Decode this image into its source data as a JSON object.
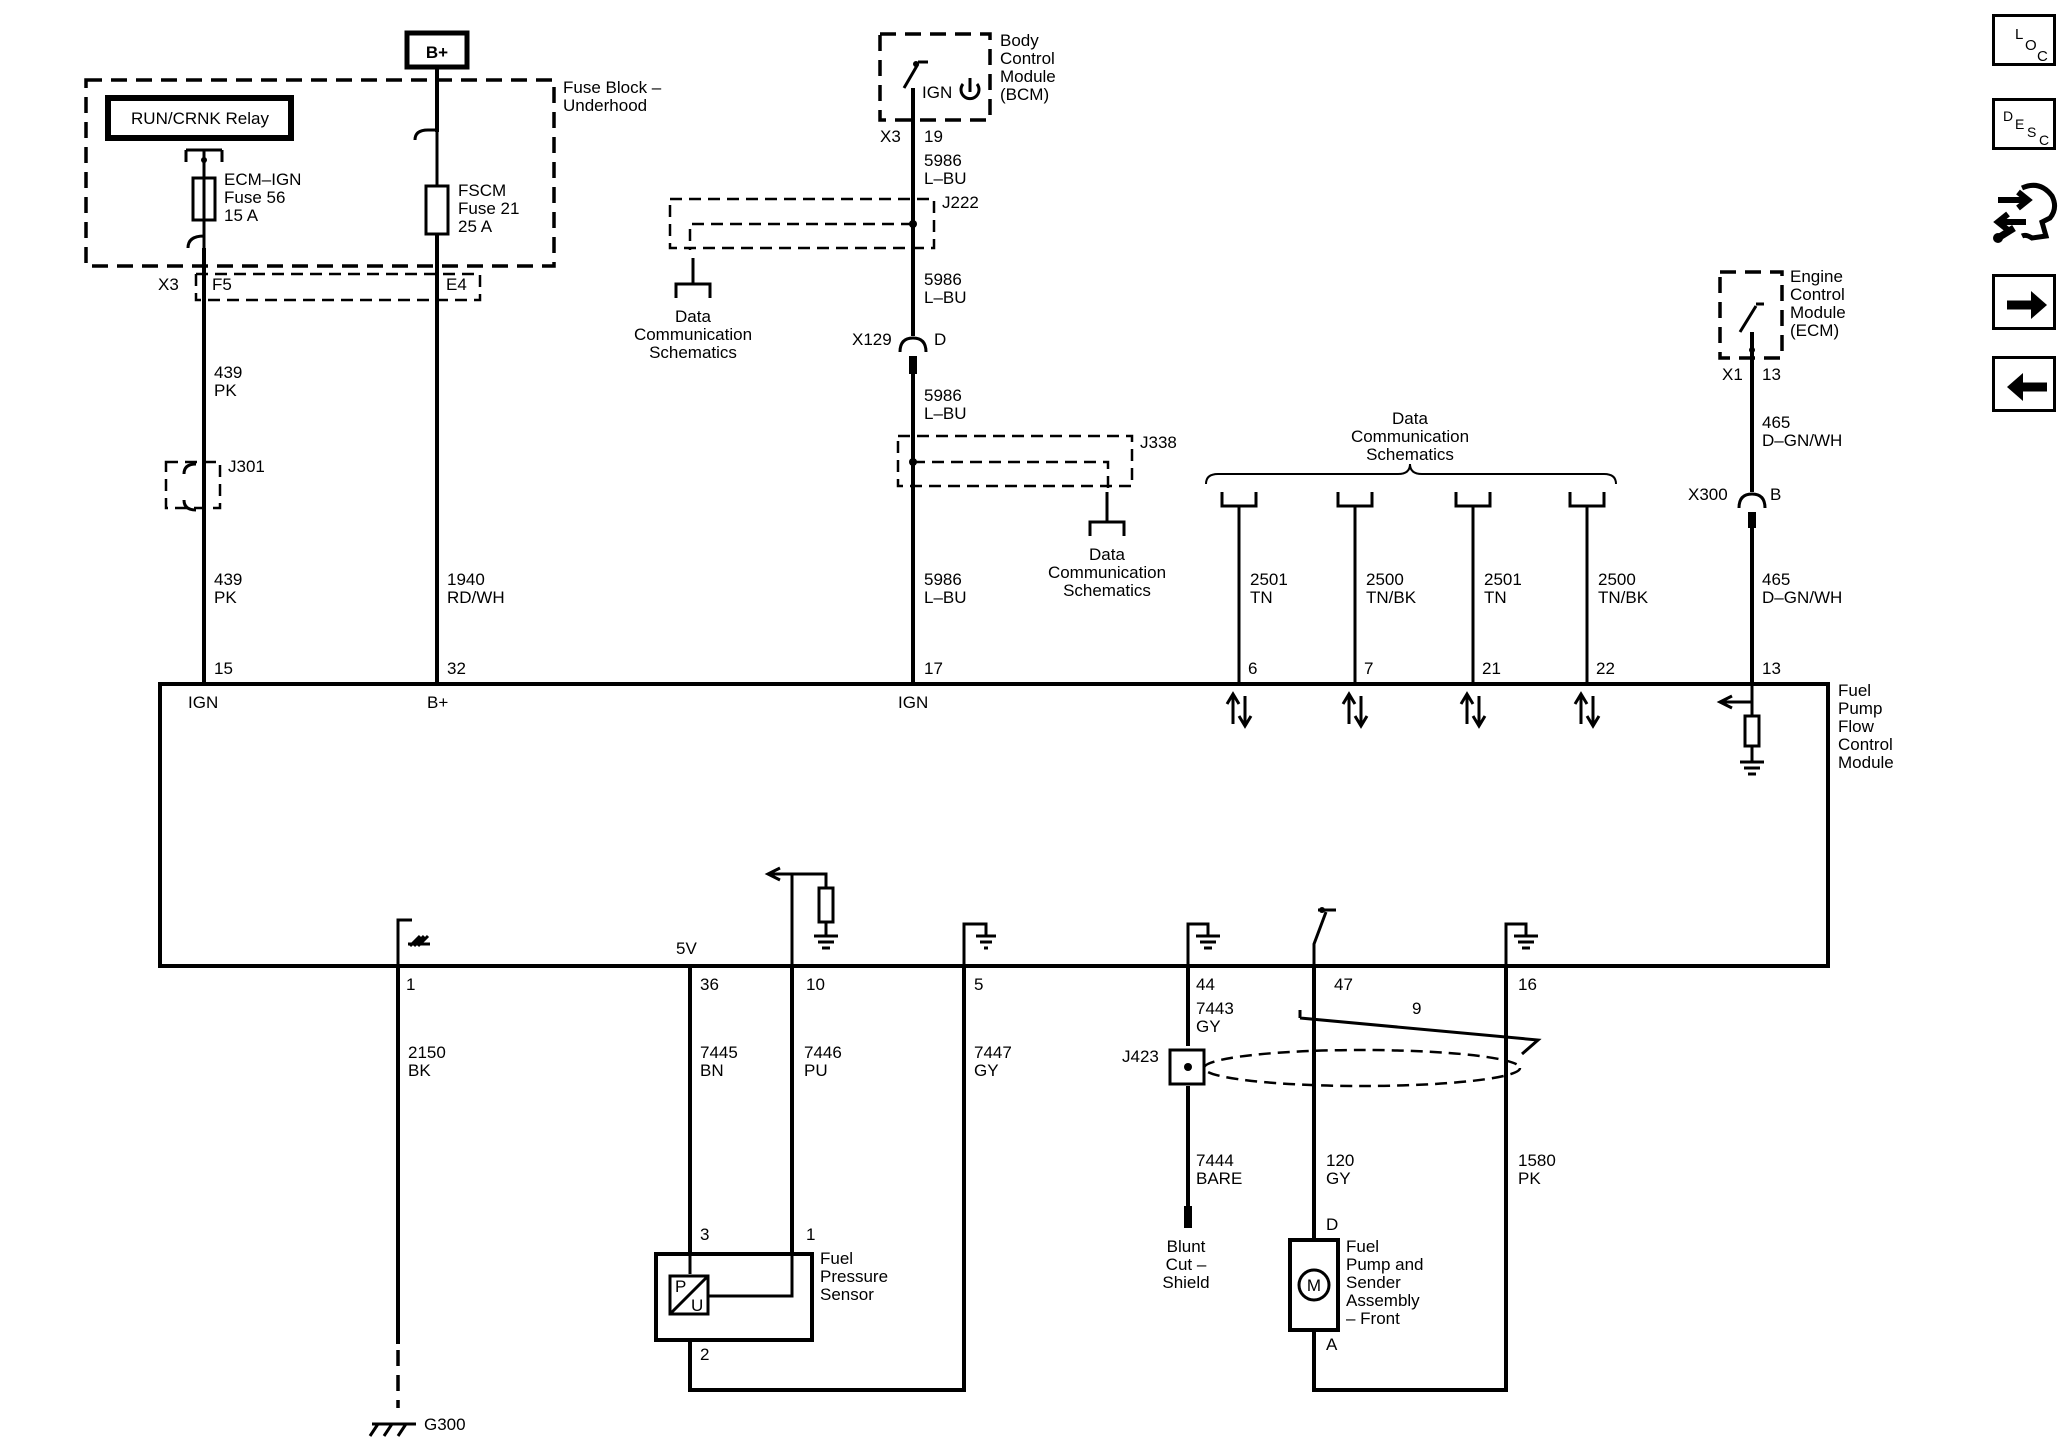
{
  "supply": {
    "b_plus": "B+",
    "fuse_block_l1": "Fuse Block –",
    "fuse_block_l2": "Underhood",
    "relay": "RUN/CRNK Relay",
    "fuse56": [
      "ECM–IGN",
      "Fuse 56",
      "15 A"
    ],
    "fuse21": [
      "FSCM",
      "Fuse 21",
      "25 A"
    ],
    "x3": "X3",
    "f5": "F5",
    "e4": "E4",
    "j301": "J301"
  },
  "bcm": {
    "name": [
      "Body",
      "Control",
      "Module",
      "(BCM)"
    ],
    "ign": "IGN",
    "conn": "X3",
    "pin": "19",
    "j222": "J222",
    "x129": "X129",
    "x129_pin": "D",
    "j338": "J338"
  },
  "ecm": {
    "name": [
      "Engine",
      "Control",
      "Module",
      "(ECM)"
    ],
    "conn": "X1",
    "pin": "13",
    "x300": "X300",
    "x300_pin": "B"
  },
  "data_comm": [
    "Data",
    "Communication",
    "Schematics"
  ],
  "wires": [
    {
      "num": "439",
      "color": "PK"
    },
    {
      "num": "439",
      "color": "PK"
    },
    {
      "num": "1940",
      "color": "RD/WH"
    },
    {
      "num": "5986",
      "color": "L–BU"
    },
    {
      "num": "5986",
      "color": "L–BU"
    },
    {
      "num": "5986",
      "color": "L–BU"
    },
    {
      "num": "5986",
      "color": "L–BU"
    },
    {
      "num": "2501",
      "color": "TN"
    },
    {
      "num": "2500",
      "color": "TN/BK"
    },
    {
      "num": "2501",
      "color": "TN"
    },
    {
      "num": "2500",
      "color": "TN/BK"
    },
    {
      "num": "465",
      "color": "D–GN/WH"
    },
    {
      "num": "465",
      "color": "D–GN/WH"
    },
    {
      "num": "2150",
      "color": "BK"
    },
    {
      "num": "7445",
      "color": "BN"
    },
    {
      "num": "7446",
      "color": "PU"
    },
    {
      "num": "7447",
      "color": "GY"
    },
    {
      "num": "7443",
      "color": "GY"
    },
    {
      "num": "7444",
      "color": "BARE"
    },
    {
      "num": "120",
      "color": "GY"
    },
    {
      "num": "1580",
      "color": "PK"
    }
  ],
  "module": {
    "name": [
      "Fuel",
      "Pump",
      "Flow",
      "Control",
      "Module"
    ],
    "top_pins": [
      "15",
      "32",
      "17",
      "6",
      "7",
      "21",
      "22",
      "13"
    ],
    "top_labels": [
      "IGN",
      "B+",
      "IGN"
    ],
    "bottom_pins": [
      "1",
      "36",
      "10",
      "5",
      "44",
      "47",
      "16"
    ],
    "five_v": "5V"
  },
  "sensor": {
    "name": [
      "Fuel",
      "Pressure",
      "Sensor"
    ],
    "pins": [
      "3",
      "1",
      "2"
    ],
    "p": "P",
    "u": "U"
  },
  "pump": {
    "name": [
      "Fuel",
      "Pump and",
      "Sender",
      "Assembly",
      "– Front"
    ],
    "pins": [
      "D",
      "A"
    ],
    "motor": "M"
  },
  "shield": {
    "j423": "J423",
    "twist": "9",
    "cut": [
      "Blunt",
      "Cut –",
      "Shield"
    ]
  },
  "ground": "G300",
  "nav": {
    "loc": [
      "L",
      "O",
      "C"
    ],
    "desc": [
      "D",
      "E",
      "S",
      "C"
    ]
  }
}
